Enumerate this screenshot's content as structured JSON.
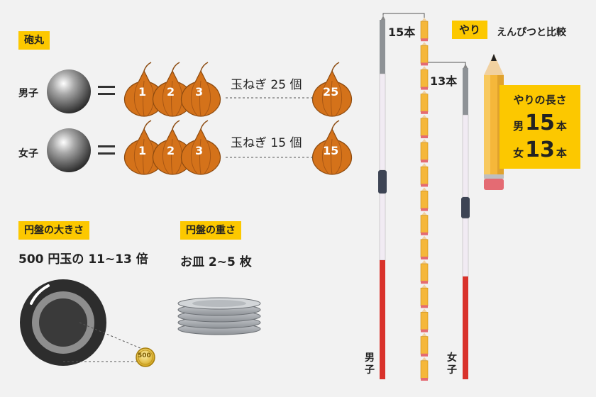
{
  "shot": {
    "title": "砲丸",
    "male_label": "男子",
    "female_label": "女子",
    "equals": "=",
    "onion_numbers_male": [
      "1",
      "2",
      "3"
    ],
    "onion_numbers_female": [
      "1",
      "2",
      "3"
    ],
    "male_text": "玉ねぎ 25 個",
    "male_count": "25",
    "female_text": "玉ねぎ 15 個",
    "female_count": "15"
  },
  "discus_size": {
    "title": "円盤の大きさ",
    "text": "500 円玉の 11~13 倍",
    "coin_label": "500"
  },
  "discus_weight": {
    "title": "円盤の重さ",
    "text": "お皿 2~5 枚"
  },
  "javelin": {
    "title": "やり",
    "compare_text": "えんぴつと比較",
    "male_top_label": "15本",
    "female_top_label": "13本",
    "male_bottom": [
      "男",
      "子"
    ],
    "female_bottom": [
      "女",
      "子"
    ],
    "card": {
      "title": "やりの長さ",
      "male_gender": "男",
      "male_number": "15",
      "female_gender": "女",
      "female_number": "13",
      "unit": "本"
    }
  },
  "colors": {
    "accent": "#fcc800",
    "onion": "#d4721a",
    "javelin_red": "#d9322b",
    "javelin_grip": "#3d4454",
    "pencil_body": "#f5b73a"
  }
}
